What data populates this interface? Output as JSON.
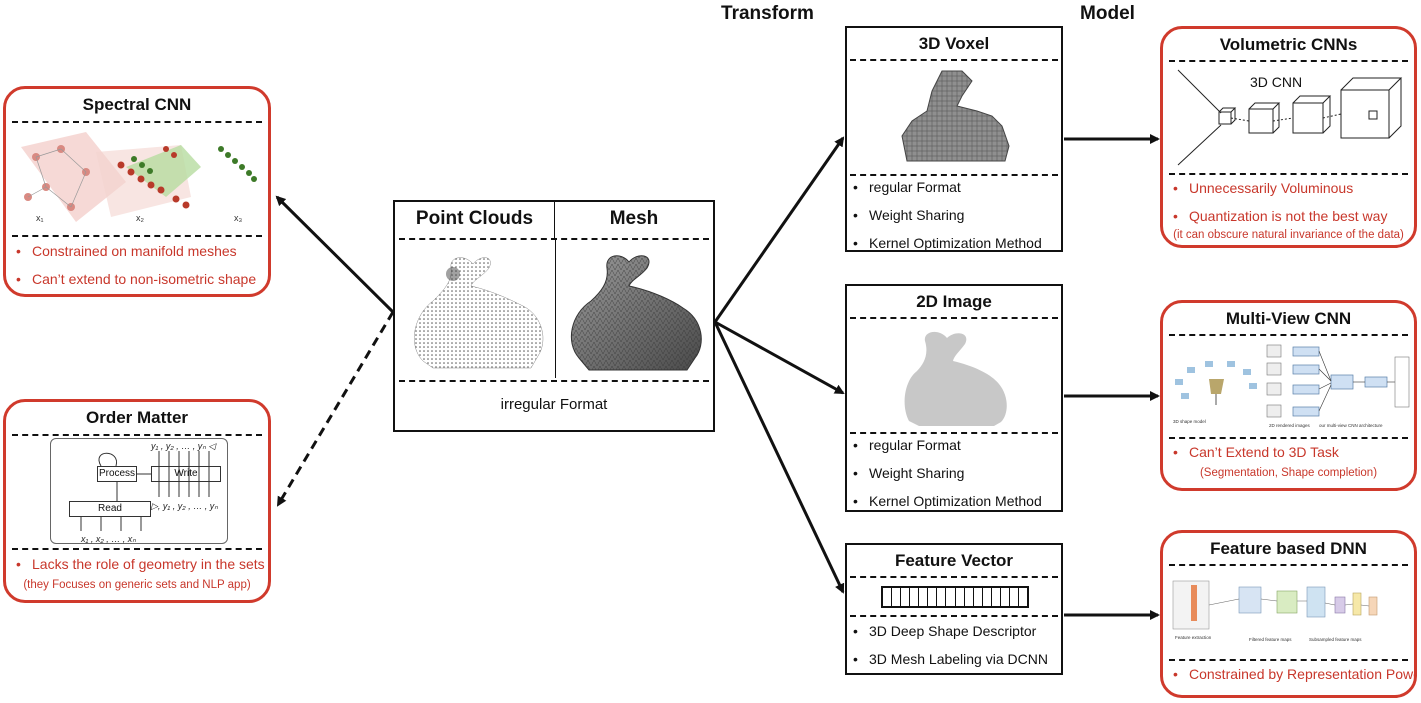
{
  "headers": {
    "transform": "Transform",
    "model": "Model"
  },
  "center": {
    "point_clouds": "Point Clouds",
    "mesh": "Mesh",
    "format": "irregular Format"
  },
  "left": {
    "spectral": {
      "title": "Spectral CNN",
      "items": [
        "Constrained on manifold meshes",
        "Can’t extend to non-isometric shape"
      ]
    },
    "order": {
      "title": "Order Matter",
      "items": [
        "Lacks the role of geometry in the sets"
      ],
      "note": "(they Focuses on generic sets and NLP app)",
      "diagram": {
        "process": "Process",
        "write": "Write",
        "read": "Read"
      }
    }
  },
  "transforms": {
    "voxel": {
      "title": "3D Voxel",
      "items": [
        "regular Format",
        "Weight Sharing",
        "Kernel Optimization Method"
      ]
    },
    "image": {
      "title": "2D Image",
      "items": [
        "regular Format",
        "Weight Sharing",
        "Kernel Optimization Method"
      ]
    },
    "feature": {
      "title": "Feature Vector",
      "items": [
        "3D Deep Shape Descriptor",
        "3D Mesh Labeling via DCNN"
      ]
    }
  },
  "models": {
    "volumetric": {
      "title": "Volumetric CNNs",
      "figure_label": "3D CNN",
      "items": [
        "Unnecessarily Voluminous",
        "Quantization is not the best way"
      ],
      "note": "(it can obscure natural invariance of the data)"
    },
    "multiview": {
      "title": "Multi-View CNN",
      "items": [
        "Can’t Extend to 3D Task"
      ],
      "note": "(Segmentation, Shape completion)"
    },
    "featuredn": {
      "title": "Feature based DNN",
      "items": [
        "Constrained by Representation Power"
      ]
    }
  },
  "colors": {
    "accent_red": "#d03a2c",
    "text_red": "#c8372b",
    "line": "#111111"
  }
}
